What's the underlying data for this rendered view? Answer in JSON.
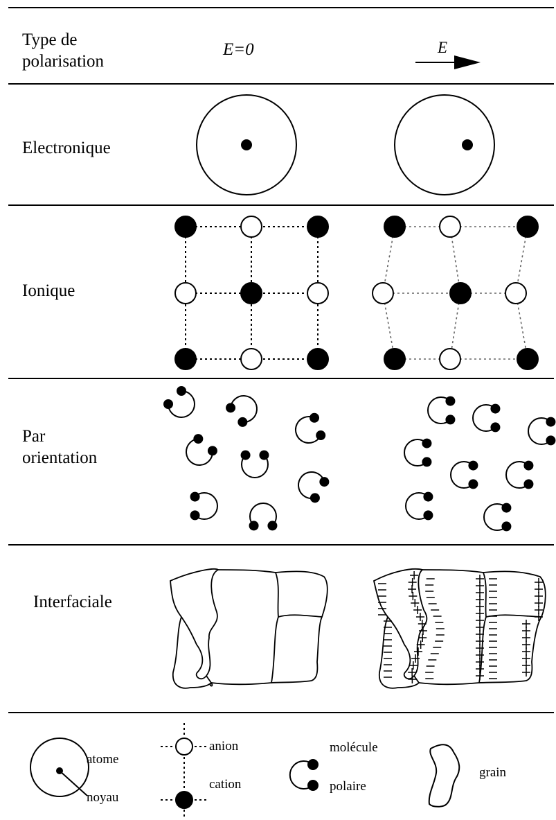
{
  "header": {
    "type_label": "Type de\npolarisation",
    "e_zero": "E=0",
    "e_field": "E"
  },
  "rows": {
    "electronic": "Electronique",
    "ionic": "Ionique",
    "orientation": "Par\norientation",
    "interfacial": "Interfaciale"
  },
  "legend": {
    "atom": "atome",
    "nucleus": "noyau",
    "anion": "anion",
    "cation": "cation",
    "molecule": "molécule",
    "polar": "polaire",
    "grain": "grain"
  }
}
